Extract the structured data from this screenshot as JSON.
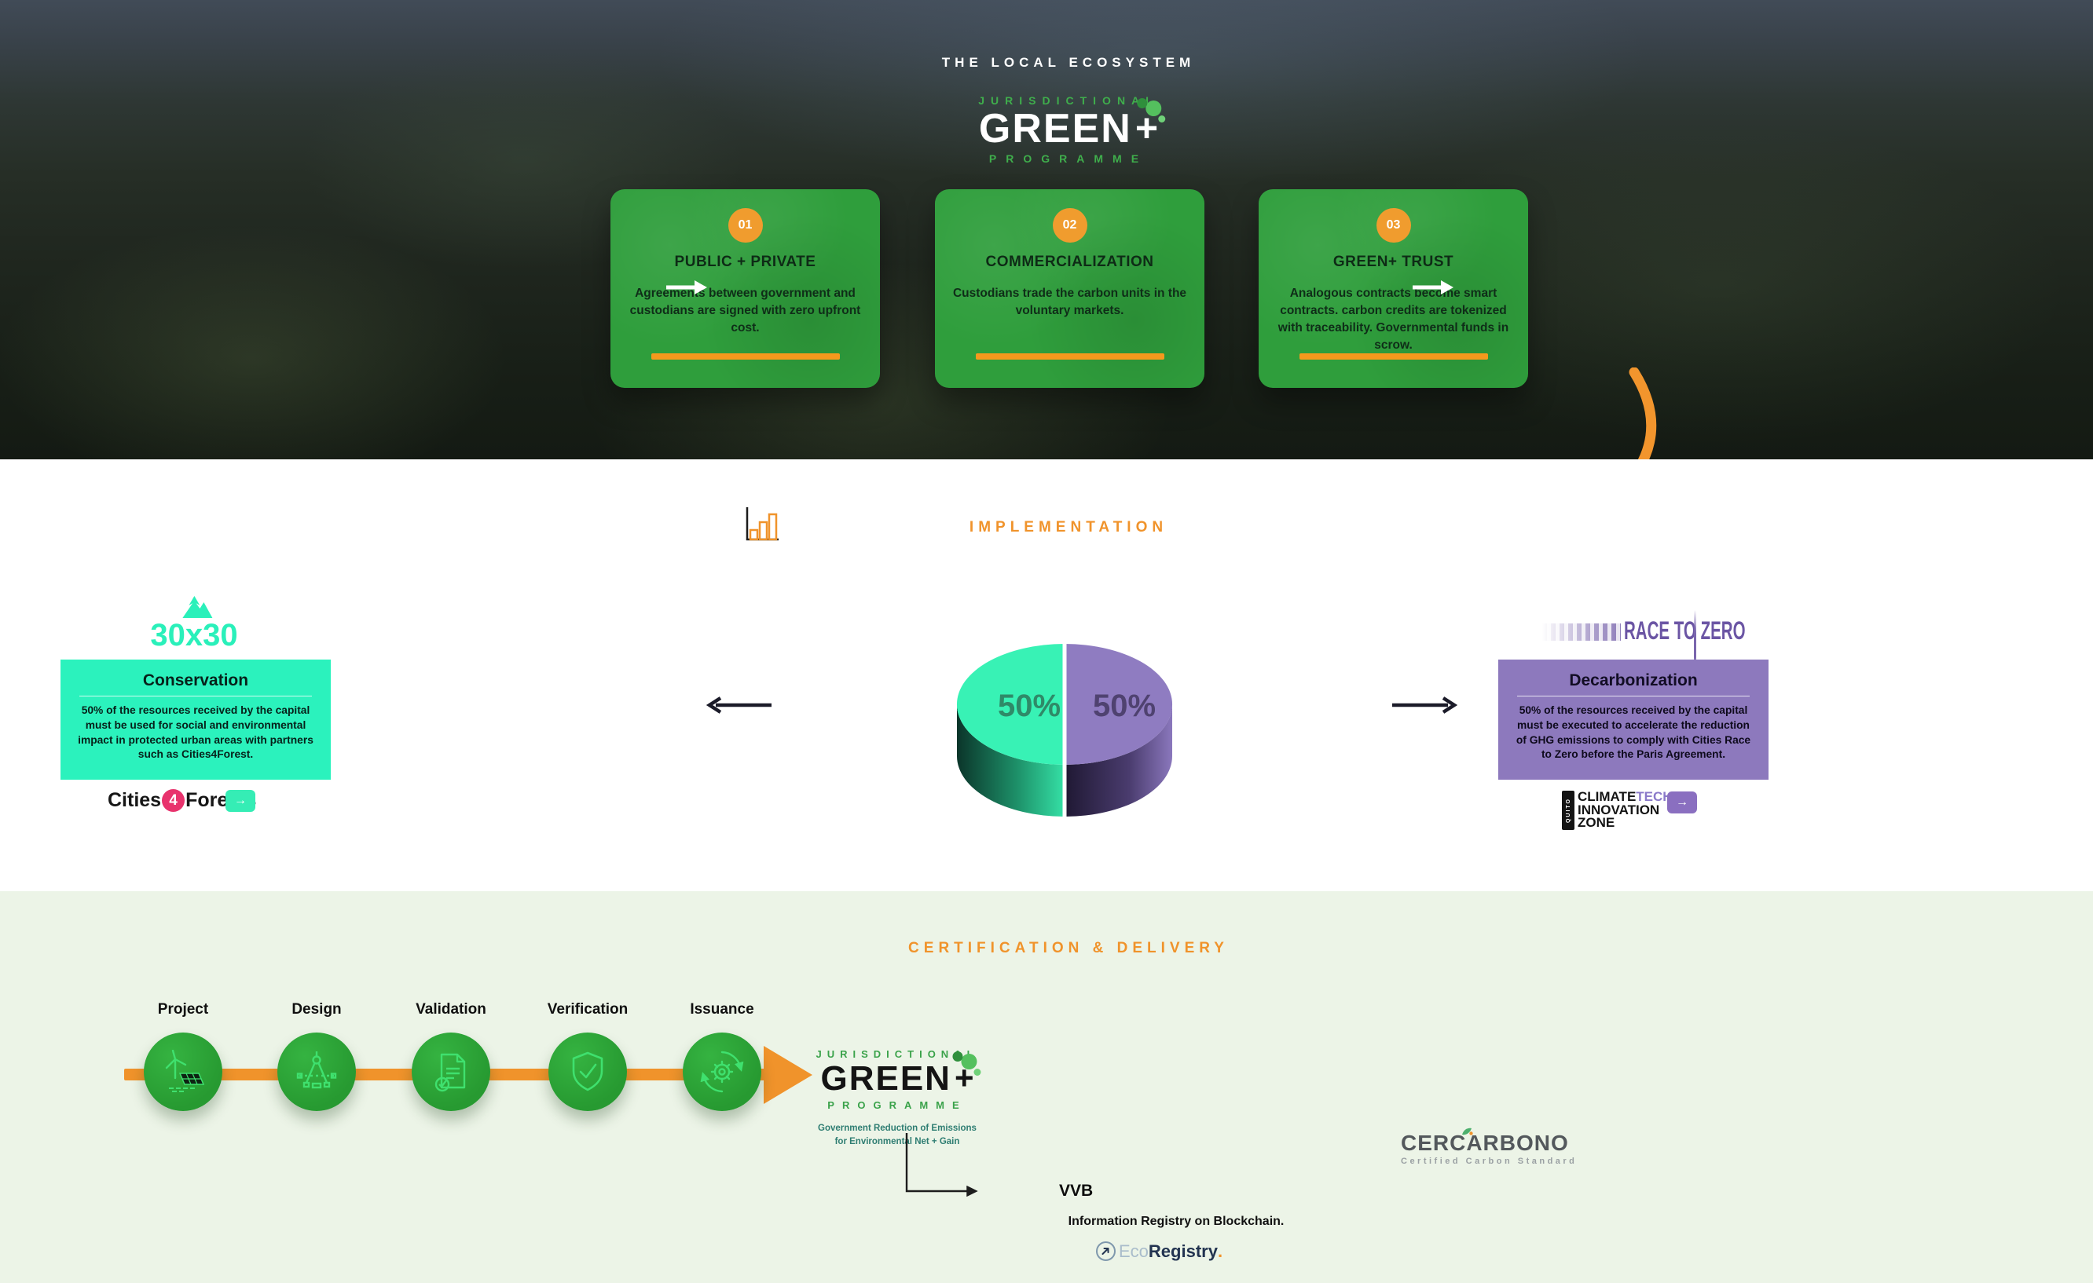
{
  "hero": {
    "section_title": "THE LOCAL ECOSYSTEM",
    "logo": {
      "top": "JURISDICTIONAL",
      "main": "GREEN",
      "plus": "+",
      "bottom": "PROGRAMME"
    },
    "cards": [
      {
        "number": "01",
        "title": "PUBLIC + PRIVATE",
        "body": "Agreements between government and custodians are signed with zero upfront cost."
      },
      {
        "number": "02",
        "title": "COMMERCIALIZATION",
        "body": "Custodians trade the carbon units in the voluntary markets."
      },
      {
        "number": "03",
        "title": "GREEN+ TRUST",
        "body": "Analogous contracts become smart contracts. carbon credits are tokenized with traceability. Governmental funds in scrow."
      }
    ]
  },
  "implementation": {
    "heading": "IMPLEMENTATION",
    "conservation": {
      "logo": "30x30",
      "title": "Conservation",
      "body": "50% of the resources received by the capital must be used for social and environmental impact in protected urban areas with partners such as Cities4Forest.",
      "partner": {
        "word1": "Cities",
        "digit": "4",
        "word2": "Forests"
      },
      "button_arrow": "→"
    },
    "decarbonization": {
      "logo": "RACE TO ZERO",
      "title": "Decarbonization",
      "body": "50% of the resources received by the capital must be executed to accelerate the reduction of GHG emissions to comply with Cities Race to Zero before the Paris Agreement.",
      "partner": {
        "side": "QUITO",
        "line1a": "CLIMATE",
        "line1b": "TECH",
        "line2": "INNOVATION",
        "line3": "ZONE"
      },
      "button_arrow": "→"
    }
  },
  "chart_data": {
    "type": "pie",
    "labels": [
      "Conservation",
      "Decarbonization"
    ],
    "values": [
      50,
      50
    ],
    "display_labels": [
      "50%",
      "50%"
    ],
    "colors": [
      "#38f2b5",
      "#8f7cc1"
    ],
    "style": "3d",
    "legend_position": "none",
    "title": ""
  },
  "certification": {
    "heading": "CERTIFICATION & DELIVERY",
    "steps": [
      {
        "label": "Project",
        "icon": "wind-turbine-solar-icon"
      },
      {
        "label": "Design",
        "icon": "drafting-compass-icon"
      },
      {
        "label": "Validation",
        "icon": "document-check-icon"
      },
      {
        "label": "Verification",
        "icon": "shield-check-icon"
      },
      {
        "label": "Issuance",
        "icon": "gear-process-icon"
      }
    ],
    "logo": {
      "top": "JURISDICTIONAL",
      "main": "GREEN",
      "plus": "+",
      "bottom": "PROGRAMME",
      "subtitle1": "Government Reduction of Emissions",
      "subtitle2": "for Environmental Net + Gain"
    },
    "vvb": "VVB",
    "registry_note": "Information Registry on Blockchain.",
    "ecoregistry": {
      "eco": "Eco",
      "registry": "Registry",
      "dot": "."
    },
    "cercarbono": {
      "name": "CERCARBONO",
      "tagline": "Certified Carbon Standard"
    }
  },
  "colors": {
    "accent_orange": "#f0932b",
    "card_green": "#2f9e3c",
    "mint": "#2bf2bd",
    "purple": "#8d79bd",
    "step_green": "#2ca438"
  }
}
